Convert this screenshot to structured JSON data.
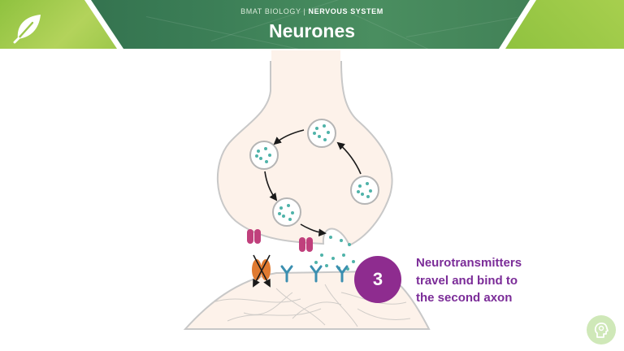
{
  "header": {
    "subtitle_left": "BMAT BIOLOGY |",
    "subtitle_right": "NERVOUS SYSTEM",
    "title": "Neurones"
  },
  "diagram": {
    "step_number": "3",
    "caption_lines": [
      "Neurotransmitters",
      "travel and bind to",
      "the second axon"
    ]
  },
  "icons": {
    "logo": "leaf-icon",
    "badge": "head-profile-icon"
  },
  "colors": {
    "header_green": "#3c7f57",
    "leaf_green": "#9cc74a",
    "step_purple": "#8e2c8f",
    "caption_purple": "#7b2c98",
    "vesicle_dots": "#4fb3a9",
    "neuron_fill": "#fdf2ea",
    "neuron_outline": "#c8c8c8",
    "channel_pink": "#c0407c",
    "channel_orange": "#e07a30",
    "receptor_blue": "#3b8fb0"
  }
}
